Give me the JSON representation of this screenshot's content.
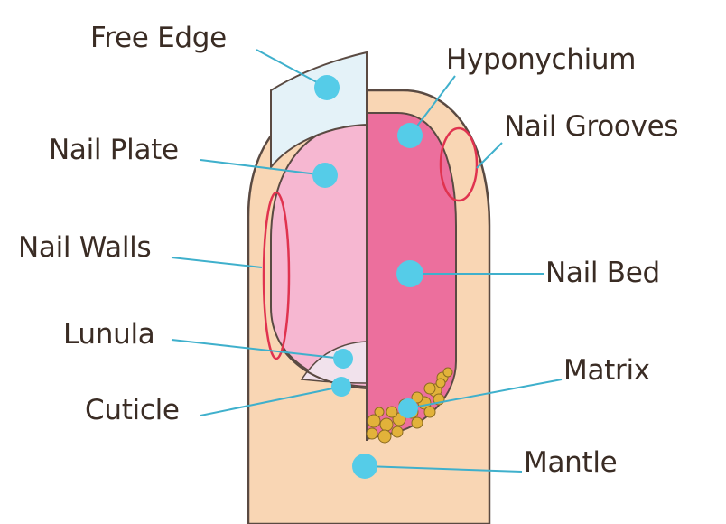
{
  "colors": {
    "skin": "#f9d6b4",
    "outline": "#5a4a42",
    "nail_plate": "#f6b7d1",
    "nail_bed": "#ec6f9d",
    "free_edge": "#e4f2f8",
    "lunula": "#f1e2ec",
    "marker": "#55cce8",
    "leader_line": "#3fb0cc",
    "groove_ellipse": "#e0334f",
    "matrix_cells": "#e2b23a",
    "label_text": "#3a2c24"
  },
  "labels": {
    "free_edge": "Free Edge",
    "hyponychium": "Hyponychium",
    "nail_grooves": "Nail Grooves",
    "nail_plate": "Nail Plate",
    "nail_walls": "Nail Walls",
    "nail_bed": "Nail Bed",
    "lunula": "Lunula",
    "matrix": "Matrix",
    "cuticle": "Cuticle",
    "mantle": "Mantle"
  }
}
